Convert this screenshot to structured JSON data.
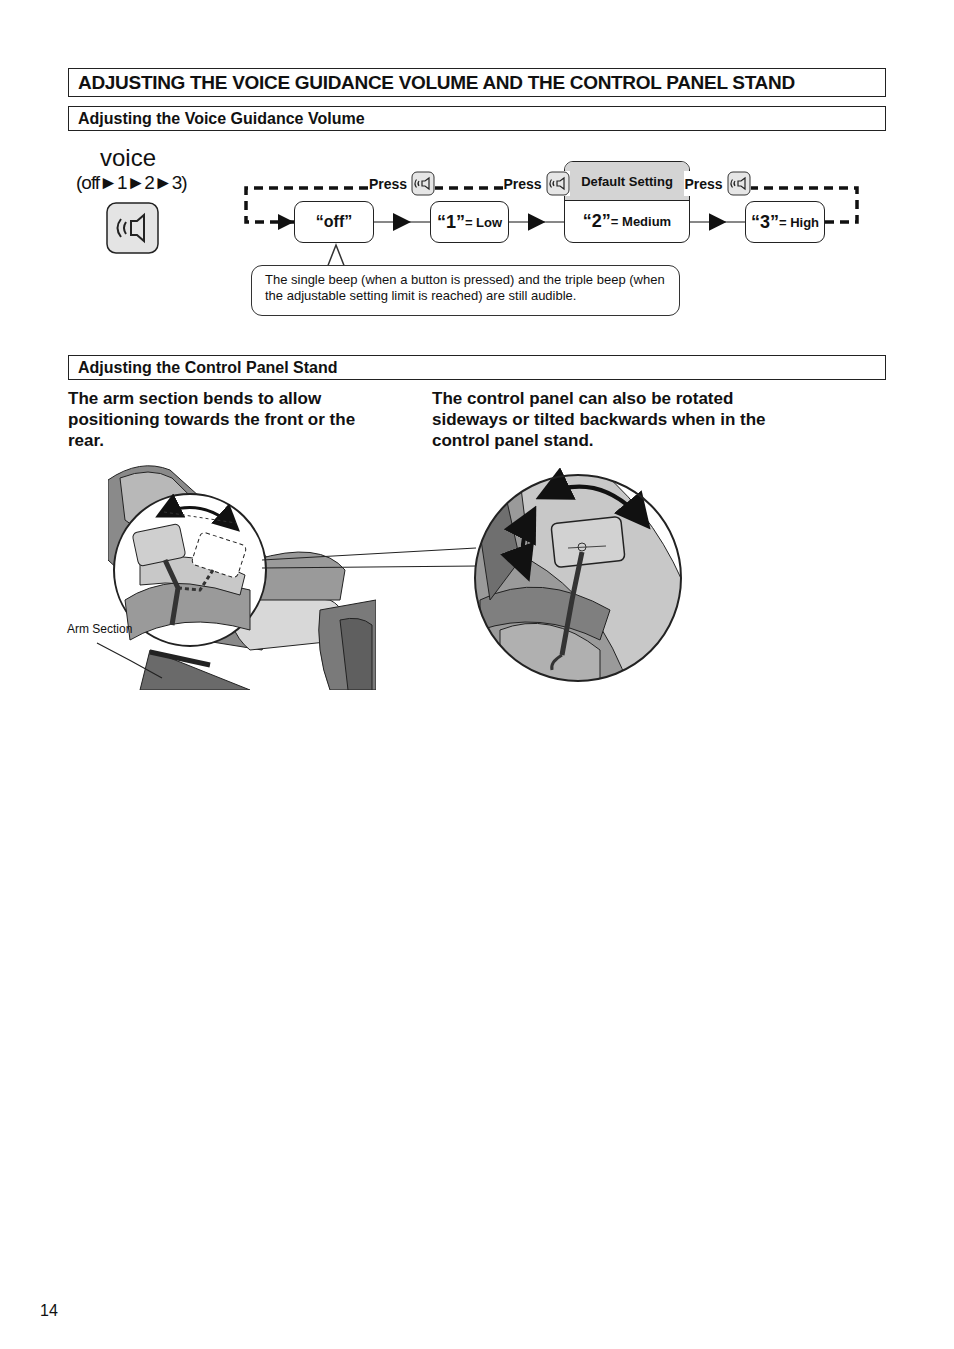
{
  "diagram": {
    "title": "ADJUSTING THE VOICE GUIDANCE VOLUME AND THE CONTROL PANEL STAND",
    "nodes": [
      {
        "text": [
          "Adjusting the Voice Guidance Volume"
        ]
      },
      {
        "text": [
          "“off”"
        ]
      },
      {
        "text": [
          "“1”",
          "= Low"
        ]
      },
      {
        "text": [
          "Default Setting",
          "“2”",
          "= Medium"
        ]
      },
      {
        "text": [
          "“3”",
          "= High"
        ]
      },
      {
        "text": [
          "The single beep (when a button is pressed) and the triple beep (when the adjustable setting limit is reached) are still audible."
        ]
      },
      {
        "text": [
          "Adjusting the Control Panel Stand"
        ]
      }
    ],
    "edges": [
      {
        "from": 1,
        "to": 2,
        "arrow": "to",
        "label": "Press"
      },
      {
        "from": 2,
        "to": 3,
        "arrow": "to",
        "label": "Press"
      },
      {
        "from": 3,
        "to": 4,
        "arrow": "to",
        "label": "Press"
      },
      {
        "from": 4,
        "to": 1,
        "arrow": "to"
      }
    ],
    "labels": [
      "voice",
      "(off►1►2►3)",
      "The arm section bends to allow positioning towards the front or the rear.",
      "The control panel can also be rotated sideways or tilted backwards when in the control panel stand.",
      "Arm Section",
      "14"
    ]
  }
}
